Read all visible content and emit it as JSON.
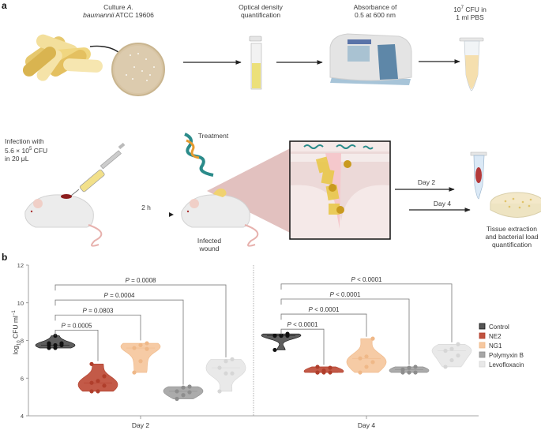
{
  "panel_a": {
    "letter": "a",
    "step1": {
      "line1_a": "Culture ",
      "line1_b": "A.",
      "line2_a": "baumannii",
      "line2_b": " ATCC 19606"
    },
    "step2": {
      "line1": "Optical density",
      "line2": "quantification"
    },
    "step3": {
      "line1": "Absorbance of",
      "line2": "0.5 at 600 nm"
    },
    "step4": {
      "line1_a": "10",
      "line1_sup": "7",
      "line1_b": " CFU in",
      "line2": "1 ml PBS"
    },
    "infection": {
      "line1": "Infection with",
      "line2_a": "5.6 × 10",
      "line2_sup": "5",
      "line2_b": " CFU",
      "line3": "in 20 μL"
    },
    "arrow_time": "2 h",
    "treatment": "Treatment",
    "infected_wound": {
      "line1": "Infected",
      "line2": "wound"
    },
    "day2": "Day 2",
    "day4": "Day 4",
    "final": {
      "line1": "Tissue extraction",
      "line2": "and bacterial load",
      "line3": "quantification"
    }
  },
  "panel_b": {
    "letter": "b"
  },
  "chart_data": {
    "type": "violin",
    "ylabel": "log10 CFU ml-1",
    "ylabel_parts": {
      "main": "log",
      "sub": "10",
      "mid": " CFU ml",
      "sup": "−1"
    },
    "ylim": [
      4,
      12
    ],
    "yticks": [
      4,
      6,
      8,
      10,
      12
    ],
    "categories": [
      "Day 2",
      "Day 4"
    ],
    "grid": false,
    "legend_position": "right",
    "series": [
      {
        "name": "Control",
        "color": "#555555",
        "edge": "#111111",
        "day2": [
          7.6,
          7.6,
          7.75,
          7.75,
          7.75,
          7.85,
          7.85,
          8.25
        ],
        "day4": [
          7.5,
          8.25,
          8.25,
          8.25,
          8.25,
          8.35
        ]
      },
      {
        "name": "NE2",
        "color": "#c0513e",
        "edge": "#b03e2b",
        "day2": [
          5.3,
          5.3,
          5.6,
          5.75,
          5.85,
          6.1,
          6.75
        ],
        "day4": [
          6.3,
          6.3,
          6.3,
          6.3,
          6.4,
          6.55,
          6.6
        ]
      },
      {
        "name": "NG1",
        "color": "#f6c8a0",
        "edge": "#efb888",
        "day2": [
          6.3,
          6.9,
          7.55,
          7.6,
          7.75,
          7.85
        ],
        "day4": [
          6.3,
          6.6,
          6.85,
          7.05,
          7.15,
          8.1
        ]
      },
      {
        "name": "Polymyxin B",
        "color": "#a6a6a6",
        "edge": "#8d8d8d",
        "day2": [
          4.9,
          5.1,
          5.25,
          5.3,
          5.5,
          5.55
        ],
        "day4": [
          6.3,
          6.3,
          6.3,
          6.45,
          6.55,
          6.6
        ]
      },
      {
        "name": "Levofloxacin",
        "color": "#e8e8e8",
        "edge": "#d6d6d6",
        "day2": [
          5.3,
          6.25,
          6.25,
          6.55,
          6.9,
          7.0
        ],
        "day4": [
          6.6,
          6.95,
          7.2,
          7.45,
          7.55,
          7.8
        ]
      }
    ],
    "comparisons": [
      {
        "day": "Day 2",
        "vs": "NE2",
        "label_p": "P",
        "label_rest": " = 0.0005"
      },
      {
        "day": "Day 2",
        "vs": "NG1",
        "label_p": "P",
        "label_rest": " = 0.0803"
      },
      {
        "day": "Day 2",
        "vs": "Polymyxin B",
        "label_p": "P",
        "label_rest": " = 0.0004"
      },
      {
        "day": "Day 2",
        "vs": "Levofloxacin",
        "label_p": "P",
        "label_rest": " = 0.0008"
      },
      {
        "day": "Day 4",
        "vs": "NE2",
        "label_p": "P",
        "label_rest": " < 0.0001"
      },
      {
        "day": "Day 4",
        "vs": "NG1",
        "label_p": "P",
        "label_rest": " < 0.0001"
      },
      {
        "day": "Day 4",
        "vs": "Polymyxin B",
        "label_p": "P",
        "label_rest": " < 0.0001"
      },
      {
        "day": "Day 4",
        "vs": "Levofloxacin",
        "label_p": "P",
        "label_rest": " < 0.0001"
      }
    ]
  }
}
